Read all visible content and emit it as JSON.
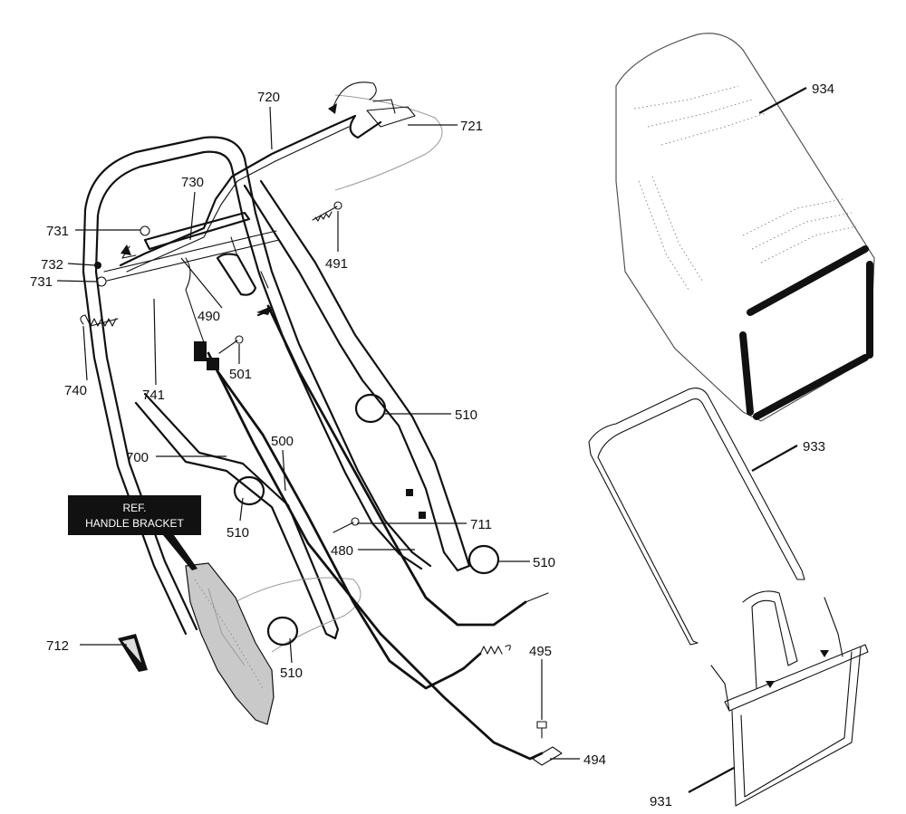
{
  "ref_box": {
    "line1": "REF.",
    "line2": "HANDLE BRACKET"
  },
  "callouts": [
    {
      "id": "c720",
      "text": "720"
    },
    {
      "id": "c721",
      "text": "721"
    },
    {
      "id": "c730",
      "text": "730"
    },
    {
      "id": "c731a",
      "text": "731"
    },
    {
      "id": "c732",
      "text": "732"
    },
    {
      "id": "c731b",
      "text": "731"
    },
    {
      "id": "c491",
      "text": "491"
    },
    {
      "id": "c490",
      "text": "490"
    },
    {
      "id": "c740",
      "text": "740"
    },
    {
      "id": "c741",
      "text": "741"
    },
    {
      "id": "c501",
      "text": "501"
    },
    {
      "id": "c510a",
      "text": "510"
    },
    {
      "id": "c700",
      "text": "700"
    },
    {
      "id": "c500",
      "text": "500"
    },
    {
      "id": "c510b",
      "text": "510"
    },
    {
      "id": "c711",
      "text": "711"
    },
    {
      "id": "c480",
      "text": "480"
    },
    {
      "id": "c510c",
      "text": "510"
    },
    {
      "id": "c712",
      "text": "712"
    },
    {
      "id": "c510d",
      "text": "510"
    },
    {
      "id": "c495",
      "text": "495"
    },
    {
      "id": "c494",
      "text": "494"
    },
    {
      "id": "c934",
      "text": "934"
    },
    {
      "id": "c933",
      "text": "933"
    },
    {
      "id": "c931",
      "text": "931"
    }
  ]
}
